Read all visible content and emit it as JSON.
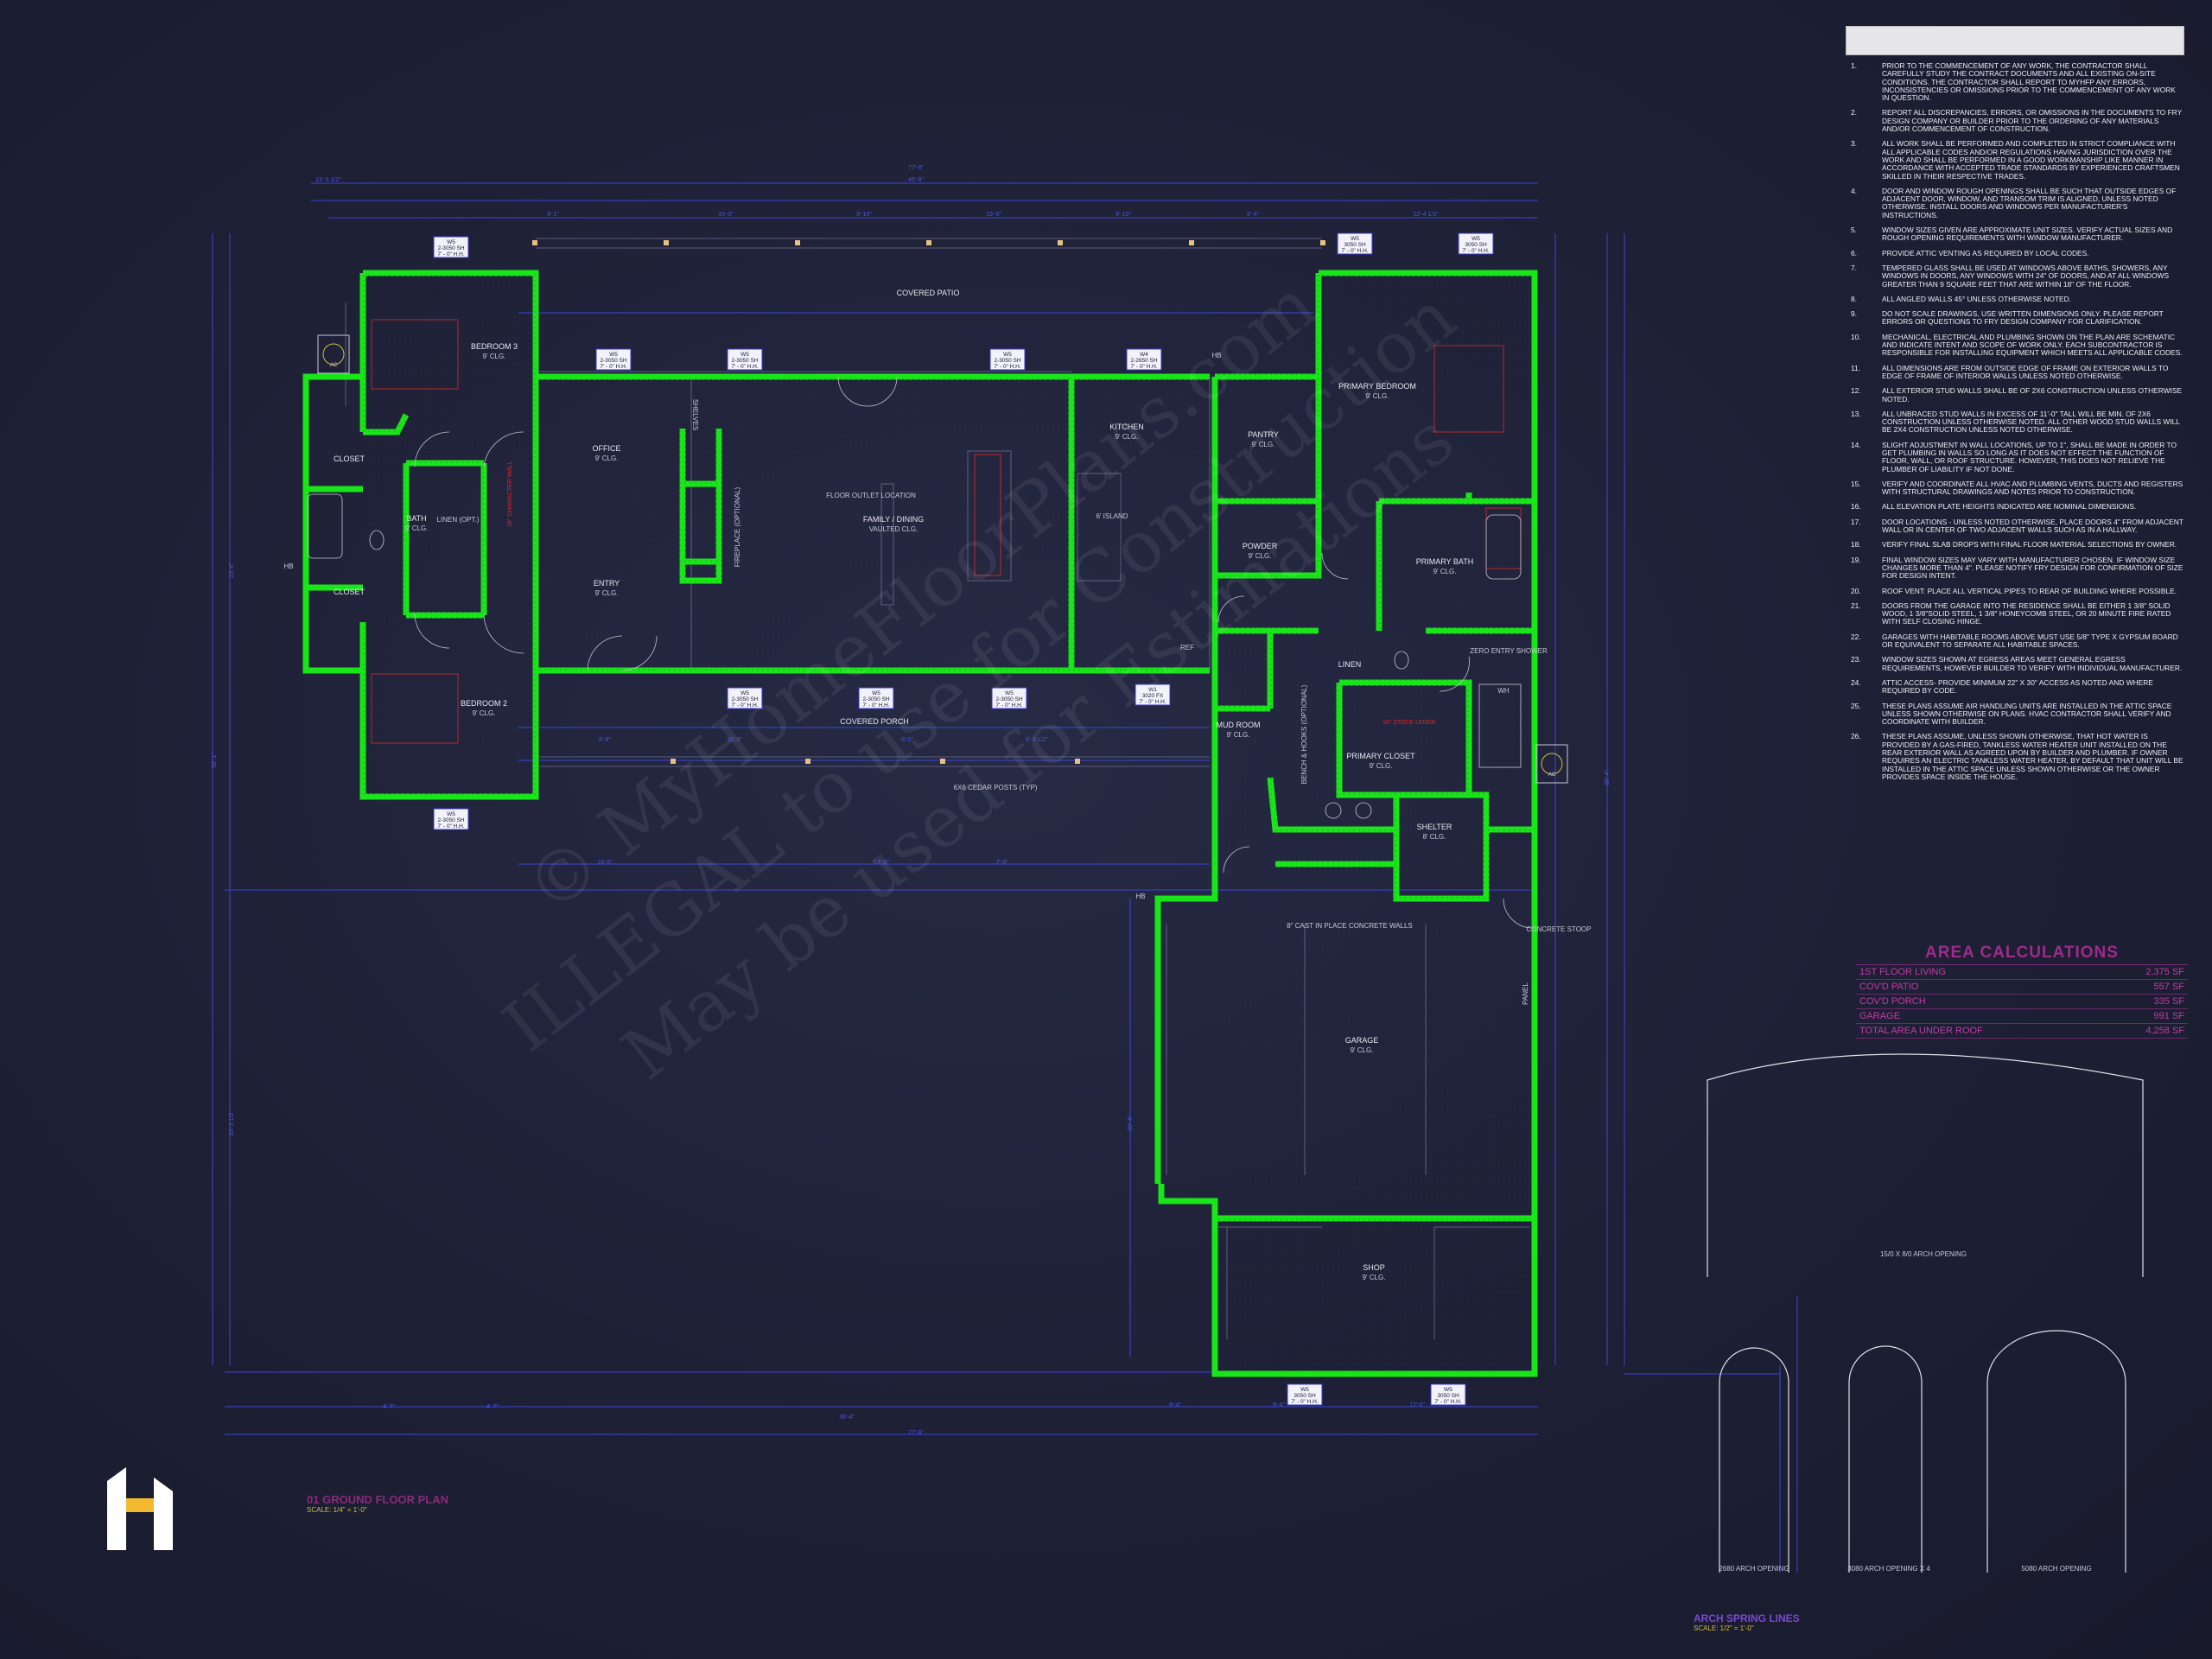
{
  "rooms": {
    "bedroom3": {
      "name": "BEDROOM 3",
      "clg": "9' CLG."
    },
    "closet_top": {
      "name": "CLOSET"
    },
    "bath": {
      "name": "BATH",
      "clg": "9' CLG."
    },
    "closet_bottom": {
      "name": "CLOSET"
    },
    "bedroom2": {
      "name": "BEDROOM 2",
      "clg": "9' CLG."
    },
    "office": {
      "name": "OFFICE",
      "clg": "9' CLG."
    },
    "entry": {
      "name": "ENTRY",
      "clg": "9' CLG."
    },
    "family": {
      "name": "FAMILY / DINING",
      "clg": "VAULTED CLG."
    },
    "kitchen": {
      "name": "KITCHEN",
      "clg": "9' CLG."
    },
    "pantry": {
      "name": "PANTRY",
      "clg": "9' CLG."
    },
    "powder": {
      "name": "POWDER",
      "clg": "9' CLG."
    },
    "primary_bedroom": {
      "name": "PRIMARY BEDROOM",
      "clg": "9' CLG."
    },
    "primary_bath": {
      "name": "PRIMARY BATH",
      "clg": "9' CLG."
    },
    "primary_closet": {
      "name": "PRIMARY CLOSET",
      "clg": "9' CLG."
    },
    "mud_room": {
      "name": "MUD ROOM",
      "clg": "9' CLG."
    },
    "shelter": {
      "name": "SHELTER",
      "clg": "8' CLG."
    },
    "linen": {
      "name": "LINEN"
    },
    "garage": {
      "name": "GARAGE",
      "clg": "9' CLG."
    },
    "shop": {
      "name": "SHOP",
      "clg": "9' CLG."
    },
    "covered_patio": {
      "name": "COVERED PATIO"
    },
    "covered_porch": {
      "name": "COVERED PORCH"
    }
  },
  "labels": {
    "floor_outlet": "FLOOR OUTLET LOCATION",
    "fireplace": "FIREPLACE (OPTIONAL)",
    "island": "6' ISLAND",
    "cedar_posts": "6X6 CEDAR POSTS (TYP)",
    "cast_walls": "8\" CAST IN PLACE CONCRETE WALLS",
    "concrete_stoop": "CONCRETE STOOP",
    "bench": "BENCH & HOOKS (OPTIONAL)",
    "hb": "HB",
    "ac": "AC",
    "shelves": "SHELVES",
    "linen_opt": "LINEN (OPT.)",
    "panel": "PANEL",
    "wh": "WH",
    "ref": "REF",
    "zero_entry": "ZERO ENTRY SHOWER"
  },
  "window_tags": [
    {
      "top": "W5",
      "size": "2-3050 SH",
      "hh": "7' - 0\" H.H."
    },
    {
      "top": "W5",
      "size": "3050 SH",
      "hh": "7' - 0\" H.H."
    },
    {
      "top": "W4",
      "size": "2-2650 SH",
      "hh": "7' - 0\" H.H."
    },
    {
      "top": "W1",
      "size": "3020 FX",
      "hh": "7' - 0\" H.H."
    }
  ],
  "notes": [
    {
      "num": "1.",
      "text": "Prior to the commencement of any work, the contractor shall carefully study the contract documents and all existing on-site conditions. The contractor shall report to MyHFP any errors, inconsistencies or omissions prior to the commencement of any work in question."
    },
    {
      "num": "2.",
      "text": "Report all discrepancies, errors, or omissions in the documents to FRY Design Company or builder prior to the ordering of any materials and/or commencement of construction."
    },
    {
      "num": "3.",
      "text": "All work shall be performed and completed in strict compliance with all applicable codes and/or regulations having jurisdiction over the work and shall be performed in a good workmanship like manner in accordance with accepted trade standards by experienced craftsmen skilled in their respective trades."
    },
    {
      "num": "4.",
      "text": "Door and window rough openings shall be such that outside edges of adjacent door, window, and transom trim is aligned, unless noted otherwise. Install doors and windows per manufacturer's instructions."
    },
    {
      "num": "5.",
      "text": "Window sizes given are approximate unit sizes. Verify actual sizes and rough opening requirements with window manufacturer."
    },
    {
      "num": "6.",
      "text": "Provide attic venting as required by local codes."
    },
    {
      "num": "7.",
      "text": "Tempered glass shall be used at windows above baths, showers, any windows in doors, any windows with 24\" of doors, and at all windows greater than 9 square feet that are within 18\" of the floor."
    },
    {
      "num": "8.",
      "text": "All angled walls 45° unless otherwise noted."
    },
    {
      "num": "9.",
      "text": "Do not scale drawings, use written dimensions only. Please report errors or questions to FRY Design Company for clarification."
    },
    {
      "num": "10.",
      "text": "Mechanical, electrical and plumbing shown on the plan are schematic and indicate intent and scope of work only. Each subcontractor is responsible for installing equipment which meets all applicable codes."
    },
    {
      "num": "11.",
      "text": "All dimensions are from outside edge of frame on exterior walls to edge of frame of interior walls unless noted otherwise."
    },
    {
      "num": "12.",
      "text": "All exterior stud walls shall be of 2x6 construction unless otherwise noted."
    },
    {
      "num": "13.",
      "text": "All unbraced stud walls in excess of 11'-0\" tall will be min. of 2x6 construction unless otherwise noted. All other wood stud walls will be 2x4 construction unless noted otherwise."
    },
    {
      "num": "14.",
      "text": "Slight adjustment in wall locations, up to 1\", shall be made in order to get plumbing in walls so long as it does not effect the function of floor, wall, or roof structure. However, this does not relieve the plumber of liability if not done."
    },
    {
      "num": "15.",
      "text": "Verify and coordinate all HVAC and plumbing vents, ducts and registers with structural drawings and notes prior to construction."
    },
    {
      "num": "16.",
      "text": "All elevation plate heights indicated are nominal dimensions."
    },
    {
      "num": "17.",
      "text": "Door locations - unless noted otherwise, place doors 4\" from adjacent wall or in center of two adjacent walls such as in a hallway."
    },
    {
      "num": "18.",
      "text": "Verify final slab drops with final floor material selections by owner."
    },
    {
      "num": "19.",
      "text": "Final window sizes may vary with manufacturer chosen. If window size changes more than 4\". Please notify FRY Design for confirmation of size for design intent."
    },
    {
      "num": "20.",
      "text": "Roof vent: place all vertical pipes to rear of building where possible."
    },
    {
      "num": "21.",
      "text": "Doors from the garage into the residence shall be either 1 3/8\" solid wood, 1 3/8\"solid steel, 1 3/8\" honeycomb steel, or 20 minute fire rated with self closing hinge."
    },
    {
      "num": "22.",
      "text": "Garages with habitable rooms above must use 5/8\" type X gypsum board or equivalent to separate all habitable spaces."
    },
    {
      "num": "23.",
      "text": "Window sizes shown at egress areas meet general egress requirements, however builder to verify with individual manufacturer."
    },
    {
      "num": "24.",
      "text": "Attic access- provide minimum 22\" x 30\" access as noted and where required by code."
    },
    {
      "num": "25.",
      "text": "These plans assume air handling units are installed in the attic space unless shown otherwise on plans. HVAC contractor shall verify and coordinate with builder."
    },
    {
      "num": "26.",
      "text": "These plans assume, unless shown otherwise, that hot water is provided by a gas-fired, tankless water heater unit installed on the rear exterior wall as agreed upon by builder and plumber. If owner requires an electric tankless water heater, by default that unit will be installed in the attic space unless shown otherwise or the owner provides space inside the house."
    }
  ],
  "area_calcs": {
    "title": "AREA CALCULATIONS",
    "rows": [
      {
        "label": "1ST FLOOR LIVING",
        "value": "2,375 SF"
      },
      {
        "label": "COV'D PATIO",
        "value": "557 SF"
      },
      {
        "label": "COV'D PORCH",
        "value": "335 SF"
      },
      {
        "label": "GARAGE",
        "value": "991 SF"
      },
      {
        "label": "TOTAL AREA UNDER ROOF",
        "value": "4,258 SF"
      }
    ]
  },
  "arches": {
    "big": "15/0 X 8/0 ARCH OPENING",
    "a1": "2680 ARCH OPENING",
    "a2": "3080 ARCH OPENING X 4",
    "a3": "5080 ARCH OPENING"
  },
  "plan_title": {
    "num": "01",
    "title": "GROUND FLOOR PLAN",
    "scale": "SCALE: 1/4\" = 1'-0\""
  },
  "arch_title": {
    "title": "ARCH SPRING LINES",
    "scale": "SCALE: 1/2\" = 1'-0\""
  },
  "watermark": {
    "line1": "© MyHomeFloorPlans.com",
    "line2": "ILLEGAL to use for Construction",
    "line3": "May be used for Estimations"
  },
  "colors": {
    "wall": "#19e619",
    "dim": "#3b45d8",
    "notes_text": "#eeeef4",
    "area": "#c43aa8",
    "red": "#e02828"
  }
}
